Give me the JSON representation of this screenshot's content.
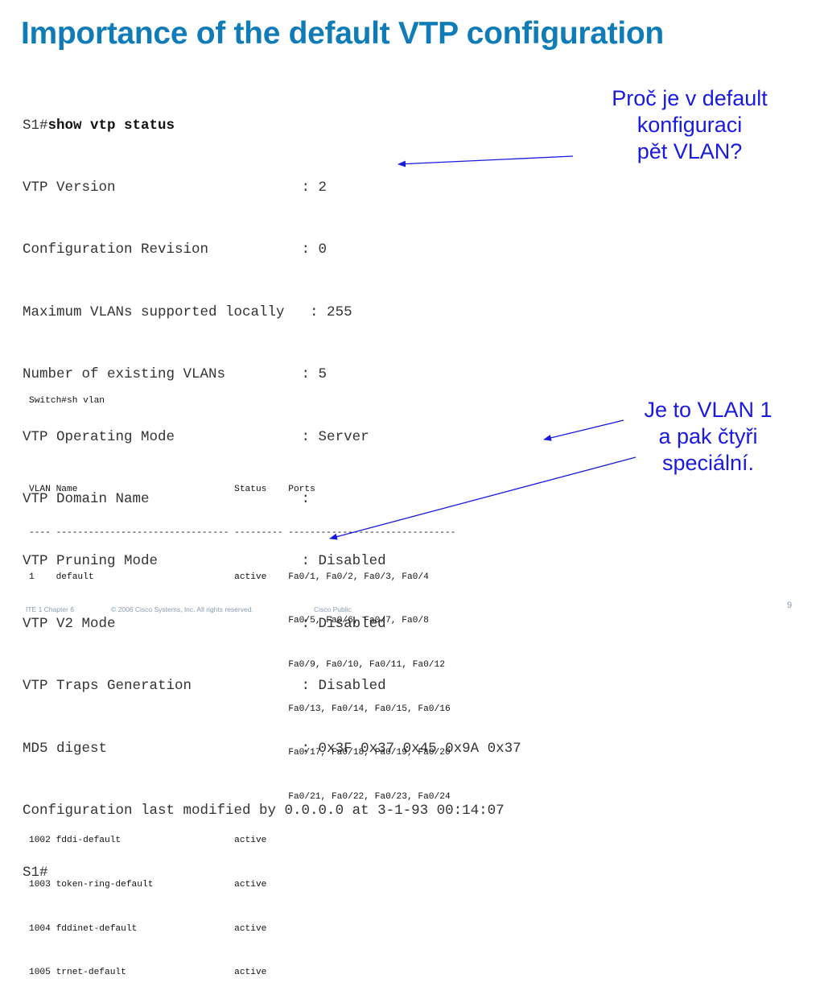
{
  "slide": {
    "title": "Importance of the default VTP configuration",
    "page_number": "9"
  },
  "vtp_status": {
    "prompt": "S1#",
    "command": "show vtp status",
    "lines": [
      "VTP Version                      : 2",
      "Configuration Revision           : 0",
      "Maximum VLANs supported locally   : 255",
      "Number of existing VLANs         : 5",
      "VTP Operating Mode               : Server",
      "VTP Domain Name                  :",
      "VTP Pruning Mode                 : Disabled",
      "VTP V2 Mode                      : Disabled",
      "VTP Traps Generation             : Disabled",
      "MD5 digest                       : 0x3F 0x37 0x45 0x9A 0x37",
      "Configuration last modified by 0.0.0.0 at 3-1-93 00:14:07",
      "S1#"
    ]
  },
  "sh_vlan": {
    "lines": [
      "Switch#sh vlan",
      "",
      "VLAN Name                             Status    Ports",
      "---- -------------------------------- --------- -------------------------------",
      "1    default                          active    Fa0/1, Fa0/2, Fa0/3, Fa0/4",
      "                                                Fa0/5, Fa0/6, Fa0/7, Fa0/8",
      "                                                Fa0/9, Fa0/10, Fa0/11, Fa0/12",
      "                                                Fa0/13, Fa0/14, Fa0/15, Fa0/16",
      "                                                Fa0/17, Fa0/18, Fa0/19, Fa0/20",
      "                                                Fa0/21, Fa0/22, Fa0/23, Fa0/24",
      "1002 fddi-default                     active",
      "1003 token-ring-default               active",
      "1004 fddinet-default                  active",
      "1005 trnet-default                    active"
    ]
  },
  "callouts": {
    "question": [
      "Proč je v default",
      "konfiguraci",
      "pět VLAN?"
    ],
    "answer": [
      "Je to VLAN 1",
      "a pak čtyři",
      "speciální."
    ]
  },
  "footer": {
    "chapter": "ITE 1 Chapter 6",
    "copyright": "© 2006 Cisco Systems, Inc. All rights reserved.",
    "classification": "Cisco Public"
  },
  "colors": {
    "title": "#0f7cb8",
    "callout": "#1a1adf",
    "arrow": "#1a1adf",
    "footer": "#8a9bb0"
  }
}
